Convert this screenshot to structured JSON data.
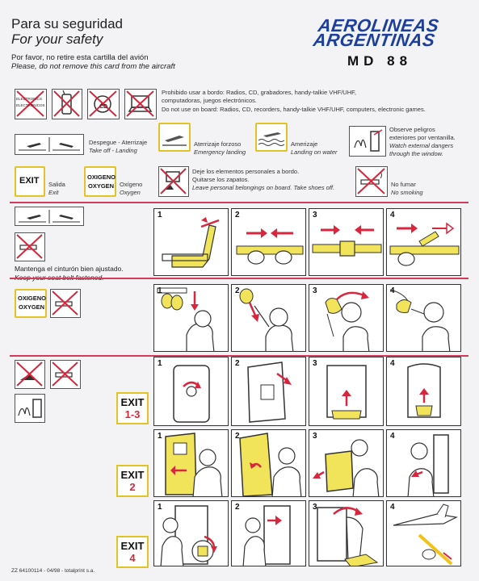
{
  "header": {
    "title_es": "Para su seguridad",
    "title_en": "For your safety",
    "notice_es": "Por favor, no retire esta cartilla del avión",
    "notice_en": "Please, do not remove this card from the aircraft",
    "brand_line1": "AEROLINEAS",
    "brand_line2": "ARGENTINAS",
    "model": "MD 88"
  },
  "prohibited": {
    "icon_label_1": "ELECTRONICS",
    "icon_label_2": "ELECTRONICOS",
    "icon_cd": "CD",
    "text_es_1": "Prohibido usar a bordo: Radios, CD, grabadores, handy-talkie VHF/UHF,",
    "text_es_2": "computadoras, juegos electrónicos.",
    "text_en": "Do not use on board: Radios, CD, recorders, handy-talkie VHF/UHF, computers, electronic games."
  },
  "flight_phases": {
    "takeoff_es": "Despegue - Aterrizaje",
    "takeoff_en": "Take off - Landing",
    "emergency_es": "Aterrizaje forzoso",
    "emergency_en": "Emergency landing",
    "water_es": "Amerizaje",
    "water_en": "Landing on water",
    "observe_es_1": "Observe peligros",
    "observe_es_2": "exteriores por ventanilla.",
    "observe_en_1": "Watch external dangers",
    "observe_en_2": "through the window."
  },
  "signs": {
    "exit": "EXIT",
    "exit_es": "Salida",
    "exit_en": "Exit",
    "oxygen_1": "OXIGENO",
    "oxygen_2": "OXYGEN",
    "oxygen_es": "Oxígeno",
    "oxygen_en": "Oxygen",
    "belongings_es_1": "Deje los elementos personales a bordo.",
    "belongings_es_2": "Quitarse los zapatos.",
    "belongings_en": "Leave personal belongings on board. Take shoes off.",
    "nosmoke_es": "No fumar",
    "nosmoke_en": "No smoking"
  },
  "seatbelt": {
    "text_es": "Mantenga el cinturón bien ajustado.",
    "text_en": "Keep your seat belt fastened.",
    "steps": [
      "1",
      "2",
      "3",
      "4"
    ]
  },
  "oxygen_section": {
    "sign_1": "OXIGENO",
    "sign_2": "OXYGEN",
    "steps": [
      "1",
      "2",
      "3",
      "4"
    ]
  },
  "exits": {
    "exit_1_3_label": "EXIT",
    "exit_1_3_num": "1-3",
    "exit_2_label": "EXIT",
    "exit_2_num": "2",
    "exit_4_label": "EXIT",
    "exit_4_num": "4",
    "steps_a": [
      "1",
      "2",
      "3",
      "4"
    ],
    "steps_b": [
      "1",
      "2",
      "3",
      "4"
    ],
    "steps_c": [
      "1",
      "2",
      "3",
      "4"
    ]
  },
  "footer": {
    "code": "ZZ 64100114 - 04/98 - totalprint s.a."
  },
  "colors": {
    "brand": "#1d3f9c",
    "accent_red": "#d7263d",
    "accent_yellow": "#e3c325"
  }
}
